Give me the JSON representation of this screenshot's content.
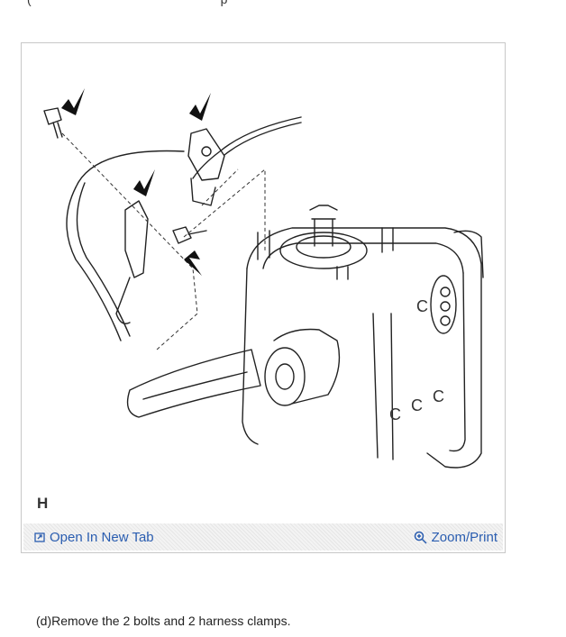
{
  "top_fragment": {
    "left": "(",
    "right": "p"
  },
  "figure": {
    "letter": "H",
    "open_label": "Open In New Tab",
    "zoom_label": "Zoom/Print",
    "open_icon": "open-new-tab-icon",
    "zoom_icon": "magnifier-plus-icon",
    "callouts": [
      "C",
      "C",
      "C",
      "C"
    ]
  },
  "caption": "(d)Remove the 2 bolts and 2 harness clamps.",
  "colors": {
    "link": "#2a5db0",
    "line": "#222222"
  }
}
